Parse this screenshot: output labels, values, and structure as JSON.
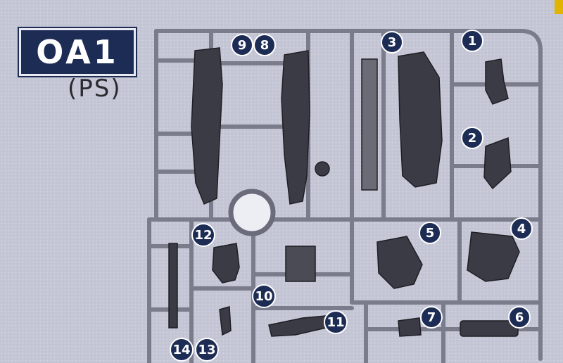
{
  "runner": {
    "code": "OA1",
    "material": "(PS)"
  },
  "parts": [
    "1",
    "2",
    "3",
    "4",
    "5",
    "6",
    "7",
    "8",
    "9",
    "10",
    "11",
    "12",
    "13",
    "14"
  ],
  "colors": {
    "background": "#c3c5d4",
    "badge": "#1d2c55",
    "frame": "#7a7c8c",
    "part": "#3a3b44"
  }
}
